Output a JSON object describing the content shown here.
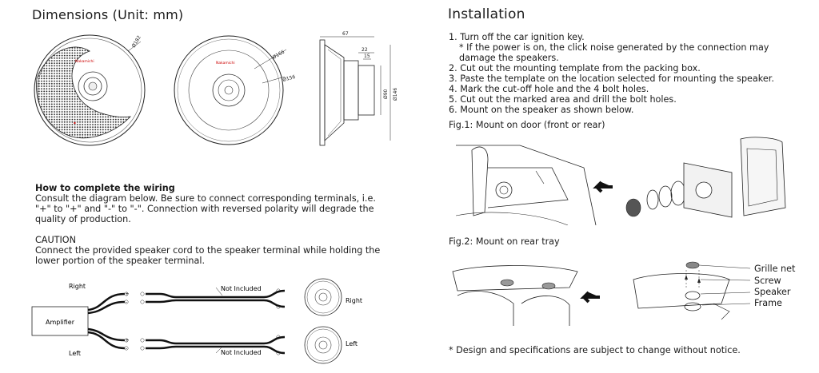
{
  "left": {
    "dimensions_title": "Dimensions  (Unit: mm)",
    "dims": {
      "front_dia": "Ø182",
      "back_dia_outer": "Ø166",
      "back_dia_inner": "Ø156",
      "depth": "67",
      "magnet_top": "22",
      "magnet_inner": "15",
      "magnet_dia": "Ø90",
      "side_dia": "Ø146"
    },
    "brand_mark": "Nakamichi",
    "wiring": {
      "heading": "How to complete the wiring",
      "text": "Consult the diagram below. Be sure to connect corresponding terminals, i.e. \"+\" to \"+\" and \"-\" to \"-\". Connection with reversed polarity will degrade the quality of production.",
      "caution_heading": "CAUTION",
      "caution_text": "Connect the provided speaker cord to the speaker terminal while holding the lower portion of the speaker terminal."
    },
    "diagram": {
      "amplifier": "Amplifier",
      "right": "Right",
      "left": "Left",
      "not_included_top": "Not Included",
      "not_included_bottom": "Not Included",
      "speaker_right": "Right",
      "speaker_left": "Left",
      "plus": "+",
      "minus": "-"
    }
  },
  "right": {
    "installation_title": "Installation",
    "steps": [
      "1. Turn off the car ignition key.",
      "* If the power is on, the click noise generated by the connection may damage the speakers.",
      "2. Cut out the mounting template from the packing box.",
      "3. Paste the template on the location selected for mounting the speaker.",
      "4. Mark the cut-off hole and the 4 bolt holes.",
      "5. Cut out the marked area and drill the bolt holes.",
      "6. Mount on the speaker as shown below."
    ],
    "fig1": "Fig.1: Mount on door (front or rear)",
    "fig2": "Fig.2: Mount on rear tray",
    "labels": {
      "grille": "Grille net",
      "screw": "Screw",
      "speaker": "Speaker",
      "frame": "Frame"
    },
    "disclaimer": "* Design and specifications are subject to change without notice."
  }
}
